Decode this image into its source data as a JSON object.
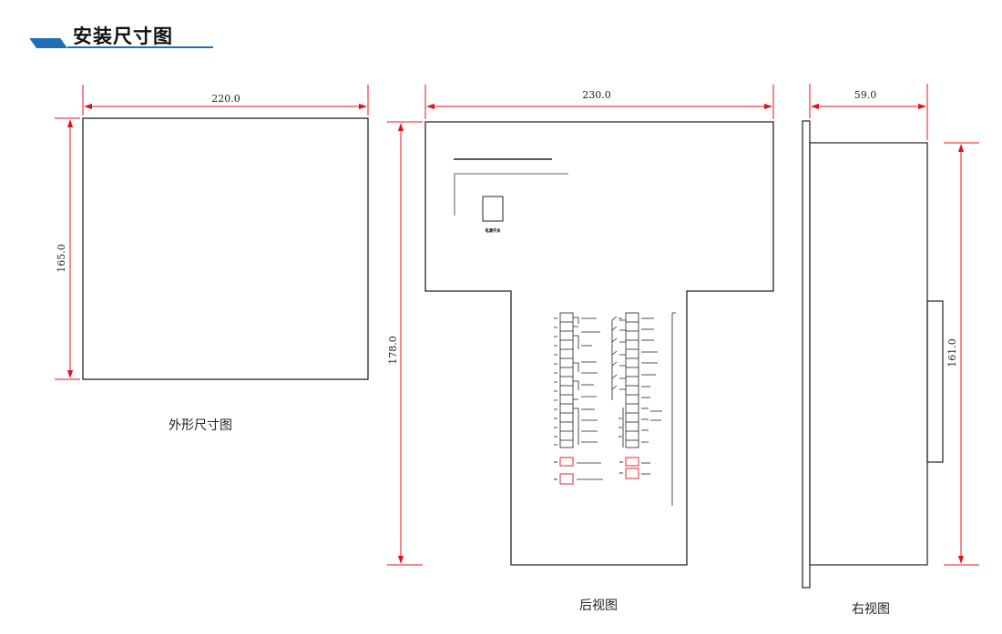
{
  "section_title": "安装尺寸图",
  "views": {
    "front": {
      "caption": "外形尺寸图",
      "width_dim": "220.0",
      "height_dim": "165.0"
    },
    "rear": {
      "caption": "后视图",
      "width_dim": "230.0",
      "height_dim": "178.0",
      "power_switch_label": "电源开关"
    },
    "side": {
      "caption": "右视图",
      "width_dim": "59.0",
      "height_dim": "161.0"
    }
  },
  "colors": {
    "accent": "#1f6fb2",
    "dimension": "#e0141e"
  }
}
